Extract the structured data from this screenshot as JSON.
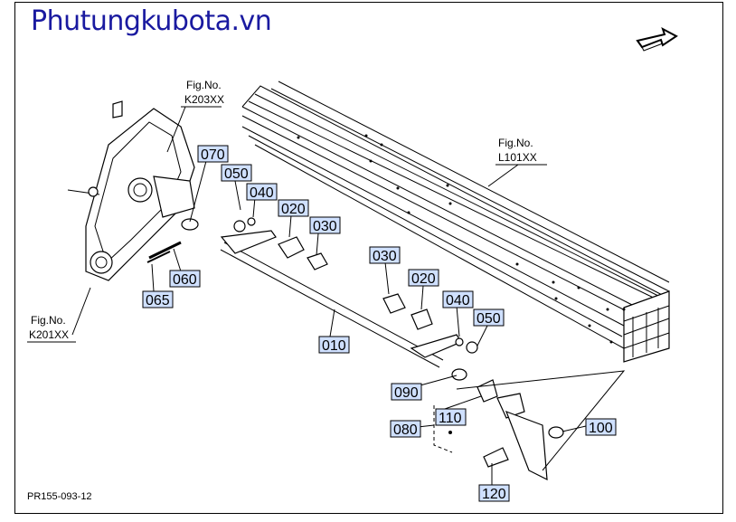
{
  "brand": "Phutungkubota.vn",
  "diagram_code": "PR155-093-12",
  "references": [
    {
      "id": "k203",
      "line1": "Fig.No.",
      "line2": "K203XX"
    },
    {
      "id": "l101",
      "line1": "Fig.No.",
      "line2": "L101XX"
    },
    {
      "id": "k201",
      "line1": "Fig.No.",
      "line2": "K201XX"
    }
  ],
  "parts": [
    "070",
    "050",
    "040",
    "020",
    "030",
    "060",
    "065",
    "010",
    "030",
    "020",
    "040",
    "050",
    "090",
    "110",
    "080",
    "100",
    "120"
  ],
  "icons": {
    "direction": "arrow-right-icon"
  }
}
